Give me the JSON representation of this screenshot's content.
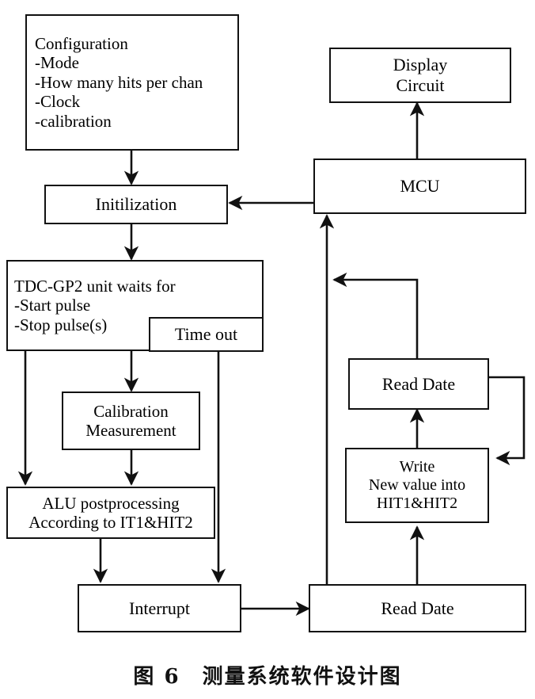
{
  "flowchart": {
    "caption": "图 6　测量系统软件设计图",
    "caption_figure_number": "图 6",
    "caption_title": "测量系统软件设计图",
    "colors": {
      "stroke": "#111111",
      "background": "#ffffff",
      "text": "#000000"
    },
    "nodes": {
      "configuration": {
        "lines": [
          "Configuration",
          "-Mode",
          "-How many hits per chan",
          "-Clock",
          "-calibration"
        ]
      },
      "display_circuit": {
        "lines": [
          "Display",
          "Circuit"
        ]
      },
      "mcu": {
        "lines": [
          "MCU"
        ]
      },
      "initilization": {
        "lines": [
          "Initilization"
        ]
      },
      "tdc_gp2_wait": {
        "lines": [
          "TDC-GP2 unit waits for",
          "-Start pulse",
          "-Stop pulse(s)"
        ]
      },
      "time_out": {
        "lines": [
          "Time out"
        ]
      },
      "calibration_measurement": {
        "lines": [
          "Calibration",
          "Measurement"
        ]
      },
      "alu_postprocessing": {
        "lines": [
          "ALU postprocessing",
          "According to IT1&HIT2"
        ]
      },
      "interrupt": {
        "lines": [
          "Interrupt"
        ]
      },
      "read_date_middle": {
        "lines": [
          "Read Date"
        ]
      },
      "read_date_bottom": {
        "lines": [
          "Read Date"
        ]
      },
      "write_new_value": {
        "lines": [
          "Write",
          "New value into",
          "HIT1&HIT2"
        ]
      }
    },
    "edges": [
      {
        "from": "configuration",
        "to": "initilization",
        "style": "arrow-down"
      },
      {
        "from": "initilization",
        "to": "tdc_gp2_wait",
        "style": "arrow-down"
      },
      {
        "from": "mcu",
        "to": "initilization",
        "style": "arrow-left"
      },
      {
        "from": "mcu",
        "to": "display_circuit",
        "style": "arrow-up"
      },
      {
        "from": "read_date_bottom",
        "to": "mcu",
        "style": "arrow-up"
      },
      {
        "from": "read_date_middle",
        "to": "mcu_feed_trunk",
        "style": "arrow-left"
      },
      {
        "from": "read_date_middle",
        "to": "write_new_value",
        "style": "loop-right"
      },
      {
        "from": "write_new_value",
        "to": "read_date_middle",
        "style": "arrow-up"
      },
      {
        "from": "read_date_bottom",
        "to": "write_new_value",
        "style": "arrow-up"
      },
      {
        "from": "interrupt",
        "to": "read_date_bottom",
        "style": "arrow-right"
      },
      {
        "from": "tdc_gp2_wait",
        "to": "alu_postprocessing",
        "style": "arrow-down"
      },
      {
        "from": "tdc_gp2_wait",
        "to": "calibration_measurement",
        "style": "arrow-down"
      },
      {
        "from": "calibration_measurement",
        "to": "alu_postprocessing",
        "style": "arrow-down"
      },
      {
        "from": "time_out",
        "to": "interrupt",
        "style": "arrow-down"
      },
      {
        "from": "alu_postprocessing",
        "to": "interrupt",
        "style": "arrow-down"
      }
    ]
  }
}
